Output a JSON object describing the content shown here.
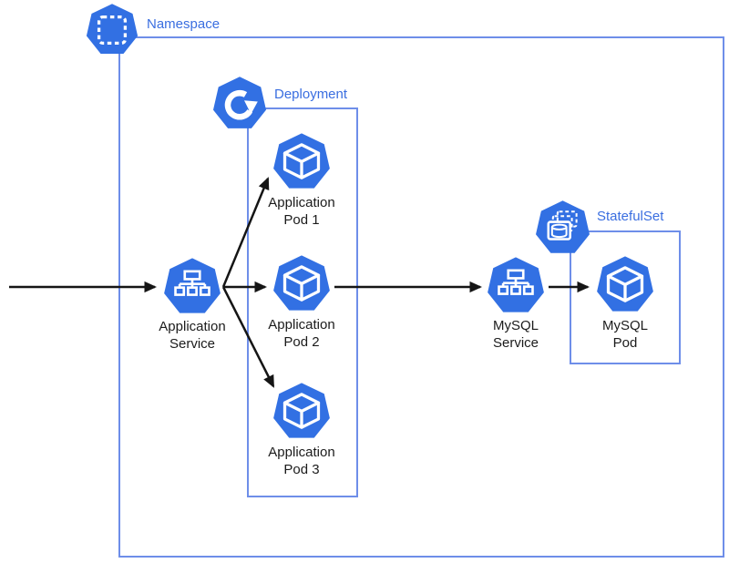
{
  "diagram_type": "kubernetes-architecture",
  "colors": {
    "icon_blue": "#3270e3",
    "boundary_border_blue": "#6e8ee9",
    "group_label_blue": "#3a6ee0",
    "node_label_dark": "#1b1b1b",
    "arrow_black": "#151515",
    "background": "#ffffff"
  },
  "groups": {
    "namespace": {
      "label": "Namespace",
      "icon": "namespace-icon"
    },
    "deployment": {
      "label": "Deployment",
      "icon": "deployment-icon"
    },
    "statefulset": {
      "label": "StatefulSet",
      "icon": "statefulset-icon"
    }
  },
  "nodes": {
    "app_service": {
      "line1": "Application",
      "line2": "Service",
      "icon": "service-icon"
    },
    "app_pod_1": {
      "line1": "Application",
      "line2": "Pod 1",
      "icon": "pod-icon"
    },
    "app_pod_2": {
      "line1": "Application",
      "line2": "Pod 2",
      "icon": "pod-icon"
    },
    "app_pod_3": {
      "line1": "Application",
      "line2": "Pod 3",
      "icon": "pod-icon"
    },
    "mysql_service": {
      "line1": "MySQL",
      "line2": "Service",
      "icon": "service-icon"
    },
    "mysql_pod": {
      "line1": "MySQL",
      "line2": "Pod",
      "icon": "pod-icon"
    }
  },
  "edges": [
    {
      "from": "external-left",
      "to": "app_service"
    },
    {
      "from": "app_service",
      "to": "app_pod_1"
    },
    {
      "from": "app_service",
      "to": "app_pod_2"
    },
    {
      "from": "app_service",
      "to": "app_pod_3"
    },
    {
      "from": "app_pod_2",
      "to": "mysql_service"
    },
    {
      "from": "mysql_service",
      "to": "mysql_pod"
    }
  ]
}
